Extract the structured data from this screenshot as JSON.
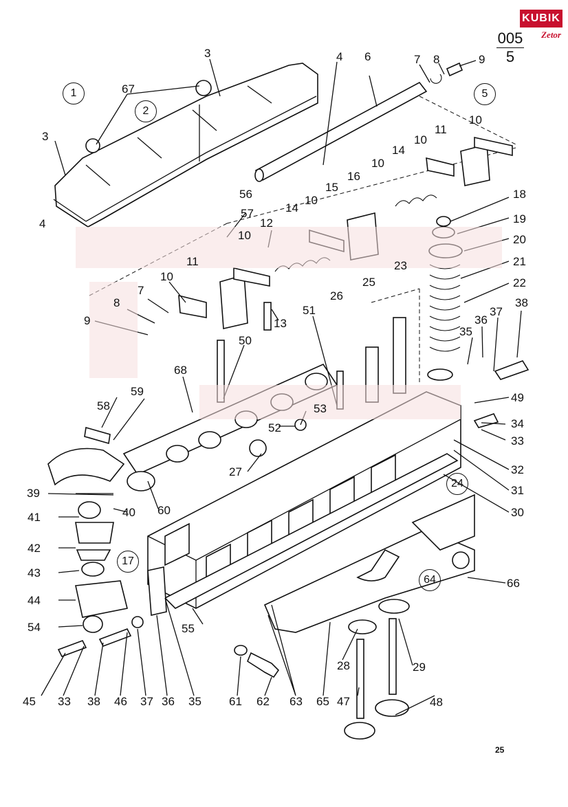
{
  "header": {
    "code_top": "005",
    "code_bottom": "5"
  },
  "logo": {
    "word": "KUBIK",
    "sub": "Zetor"
  },
  "footer": {
    "page_number": "25"
  },
  "group_labels": [
    "1",
    "2",
    "5",
    "17",
    "24",
    "64"
  ],
  "part_labels": [
    "3",
    "67",
    "4",
    "6",
    "7",
    "8",
    "9",
    "3",
    "11",
    "10",
    "10",
    "14",
    "10",
    "16",
    "14",
    "10",
    "15",
    "18",
    "19",
    "20",
    "21",
    "22",
    "4",
    "56",
    "57",
    "12",
    "10",
    "11",
    "7",
    "10",
    "8",
    "9",
    "13",
    "50",
    "23",
    "25",
    "26",
    "51",
    "35",
    "36",
    "37",
    "38",
    "49",
    "34",
    "33",
    "32",
    "31",
    "30",
    "68",
    "59",
    "58",
    "53",
    "52",
    "27",
    "39",
    "60",
    "40",
    "41",
    "42",
    "43",
    "44",
    "54",
    "45",
    "33",
    "38",
    "46",
    "37",
    "36",
    "35",
    "55",
    "61",
    "62",
    "63",
    "65",
    "28",
    "47",
    "29",
    "48",
    "66"
  ],
  "colors": {
    "ink": "#111111",
    "logo_red": "#c8102e",
    "watermark": "#f6dede"
  }
}
